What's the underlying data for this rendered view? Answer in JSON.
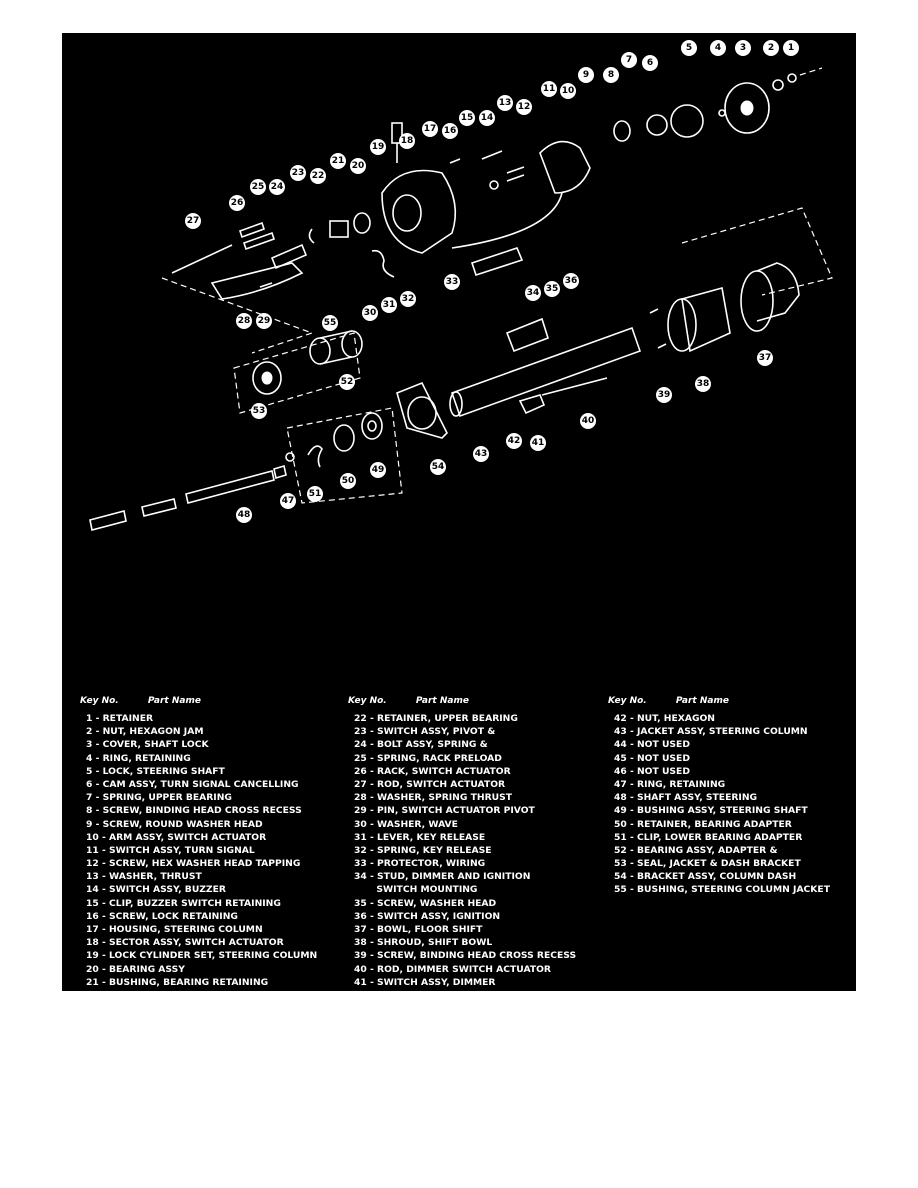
{
  "legend": {
    "columns": [
      {
        "header_key": "Key No.",
        "header_name": "Part Name",
        "items": [
          "1 - RETAINER",
          "2 - NUT, HEXAGON JAM",
          "3 - COVER, SHAFT LOCK",
          "4 - RING, RETAINING",
          "5 - LOCK, STEERING SHAFT",
          "6 - CAM ASSY, TURN SIGNAL CANCELLING",
          "7 - SPRING, UPPER BEARING",
          "8 - SCREW, BINDING HEAD CROSS RECESS",
          "9 - SCREW, ROUND WASHER HEAD",
          "10 - ARM ASSY, SWITCH ACTUATOR",
          "11 - SWITCH ASSY, TURN SIGNAL",
          "12 - SCREW, HEX WASHER HEAD TAPPING",
          "13 - WASHER, THRUST",
          "14 - SWITCH ASSY, BUZZER",
          "15 - CLIP, BUZZER SWITCH RETAINING",
          "16 - SCREW, LOCK RETAINING",
          "17 - HOUSING, STEERING COLUMN",
          "18 - SECTOR ASSY, SWITCH ACTUATOR",
          "19 - LOCK CYLINDER SET, STEERING COLUMN",
          "20 - BEARING ASSY",
          "21 - BUSHING, BEARING RETAINING"
        ]
      },
      {
        "header_key": "Key No.",
        "header_name": "Part Name",
        "items": [
          "22 - RETAINER, UPPER BEARING",
          "23 - SWITCH ASSY, PIVOT &",
          "24 - BOLT ASSY, SPRING &",
          "25 - SPRING, RACK PRELOAD",
          "26 - RACK, SWITCH ACTUATOR",
          "27 - ROD, SWITCH ACTUATOR",
          "28 - WASHER, SPRING THRUST",
          "29 - PIN, SWITCH ACTUATOR PIVOT",
          "30 - WASHER, WAVE",
          "31 - LEVER, KEY RELEASE",
          "32 - SPRING, KEY RELEASE",
          "33 - PROTECTOR, WIRING",
          "34 - STUD, DIMMER AND IGNITION",
          "       SWITCH MOUNTING",
          "35 - SCREW, WASHER HEAD",
          "36 - SWITCH ASSY, IGNITION",
          "37 - BOWL, FLOOR SHIFT",
          "38 - SHROUD, SHIFT BOWL",
          "39 - SCREW, BINDING HEAD CROSS RECESS",
          "40 - ROD, DIMMER SWITCH ACTUATOR",
          "41 - SWITCH ASSY, DIMMER"
        ]
      },
      {
        "header_key": "Key No.",
        "header_name": "Part Name",
        "items": [
          "42 - NUT, HEXAGON",
          "43 - JACKET ASSY, STEERING COLUMN",
          "44 - NOT USED",
          "45 - NOT USED",
          "46 - NOT USED",
          "47 - RING, RETAINING",
          "48 - SHAFT ASSY, STEERING",
          "49 - BUSHING ASSY, STEERING SHAFT",
          "50 - RETAINER, BEARING ADAPTER",
          "51 - CLIP, LOWER BEARING ADAPTER",
          "52 - BEARING ASSY, ADAPTER &",
          "53 - SEAL, JACKET & DASH BRACKET",
          "54 - BRACKET ASSY, COLUMN DASH",
          "55 - BUSHING, STEERING COLUMN JACKET"
        ]
      }
    ]
  },
  "diagram": {
    "callouts": [
      "1",
      "2",
      "3",
      "4",
      "5",
      "6",
      "7",
      "8",
      "9",
      "10",
      "11",
      "12",
      "13",
      "14",
      "15",
      "16",
      "17",
      "18",
      "19",
      "20",
      "21",
      "22",
      "23",
      "24",
      "25",
      "26",
      "27",
      "28",
      "29",
      "30",
      "31",
      "32",
      "33",
      "34",
      "35",
      "36",
      "37",
      "38",
      "39",
      "40",
      "41",
      "42",
      "43",
      "47",
      "48",
      "49",
      "50",
      "51",
      "52",
      "53",
      "54",
      "55"
    ],
    "colors": {
      "background": "#000000",
      "ink": "#ffffff",
      "page": "#ffffff"
    }
  }
}
